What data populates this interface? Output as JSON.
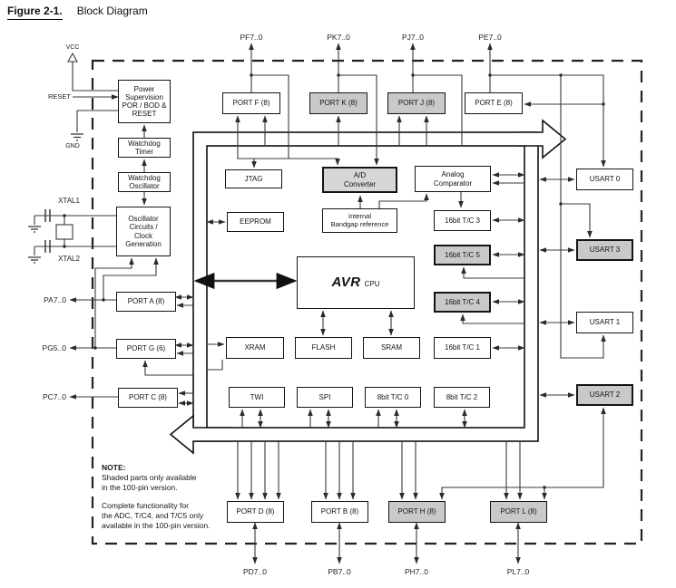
{
  "title": {
    "figure_label": "Figure 2-1.",
    "figure_title": "Block Diagram"
  },
  "colors": {
    "shaded_fill": "#c9c9c9",
    "adc_fill": "#d6d6d6",
    "line": "#3a3a3a",
    "border": "#141414",
    "background": "#ffffff"
  },
  "pins": {
    "top": [
      "PF7..0",
      "PK7..0",
      "PJ7..0",
      "PE7..0"
    ],
    "bottom": [
      "PD7..0",
      "PB7..0",
      "PH7..0",
      "PL7..0"
    ],
    "left": [
      "PA7..0",
      "PG5..0",
      "PC7..0"
    ]
  },
  "signals": {
    "vcc": "VCC",
    "reset": "RESET",
    "gnd": "GND",
    "xtal1": "XTAL1",
    "xtal2": "XTAL2"
  },
  "cpu": {
    "brand": "AVR",
    "label": "CPU"
  },
  "blocks": {
    "power": {
      "label": "Power\nSupervision\nPOR / BOD &\nRESET",
      "shaded": false
    },
    "watchdog_timer": {
      "label": "Watchdog\nTimer",
      "shaded": false
    },
    "watchdog_oscillator": {
      "label": "Watchdog\nOscillator",
      "shaded": false
    },
    "oscillator": {
      "label": "Oscillator\nCircuits /\nClock\nGeneration",
      "shaded": false
    },
    "port_a": {
      "label": "PORT A (8)",
      "shaded": false
    },
    "port_g": {
      "label": "PORT G (6)",
      "shaded": false
    },
    "port_c": {
      "label": "PORT C (8)",
      "shaded": false
    },
    "port_f": {
      "label": "PORT F (8)",
      "shaded": false
    },
    "port_k": {
      "label": "PORT K (8)",
      "shaded": true
    },
    "port_j": {
      "label": "PORT J (8)",
      "shaded": true
    },
    "port_e": {
      "label": "PORT E (8)",
      "shaded": false
    },
    "jtag": {
      "label": "JTAG",
      "shaded": false
    },
    "eeprom": {
      "label": "EEPROM",
      "shaded": false
    },
    "adc": {
      "label": "A/D\nConverter",
      "shaded": true
    },
    "bandgap": {
      "label": "Internal\nBandgap reference",
      "shaded": false
    },
    "comparator": {
      "label": "Analog\nComparator",
      "shaded": false
    },
    "tc3": {
      "label": "16bit T/C 3",
      "shaded": false
    },
    "tc5": {
      "label": "16bit T/C 5",
      "shaded": true
    },
    "tc4": {
      "label": "16bit T/C 4",
      "shaded": true
    },
    "tc1": {
      "label": "16bit T/C 1",
      "shaded": false
    },
    "xram": {
      "label": "XRAM",
      "shaded": false
    },
    "flash": {
      "label": "FLASH",
      "shaded": false
    },
    "sram": {
      "label": "SRAM",
      "shaded": false
    },
    "twi": {
      "label": "TWI",
      "shaded": false
    },
    "spi": {
      "label": "SPI",
      "shaded": false
    },
    "tc0": {
      "label": "8bit T/C 0",
      "shaded": false
    },
    "tc2": {
      "label": "8bit T/C 2",
      "shaded": false
    },
    "usart0": {
      "label": "USART 0",
      "shaded": false
    },
    "usart3": {
      "label": "USART 3",
      "shaded": true
    },
    "usart1": {
      "label": "USART 1",
      "shaded": false
    },
    "usart2": {
      "label": "USART 2",
      "shaded": true
    },
    "port_d": {
      "label": "PORT D (8)",
      "shaded": false
    },
    "port_b": {
      "label": "PORT B (8)",
      "shaded": false
    },
    "port_h": {
      "label": "PORT H (8)",
      "shaded": true
    },
    "port_l": {
      "label": "PORT L (8)",
      "shaded": true
    }
  },
  "note": {
    "heading": "NOTE:",
    "line1": "Shaded parts only available",
    "line2": "in the 100-pin version.",
    "line3": "Complete functionality for",
    "line4": "the ADC, T/C4, and T/C5 only",
    "line5": "available in the 100-pin version."
  }
}
